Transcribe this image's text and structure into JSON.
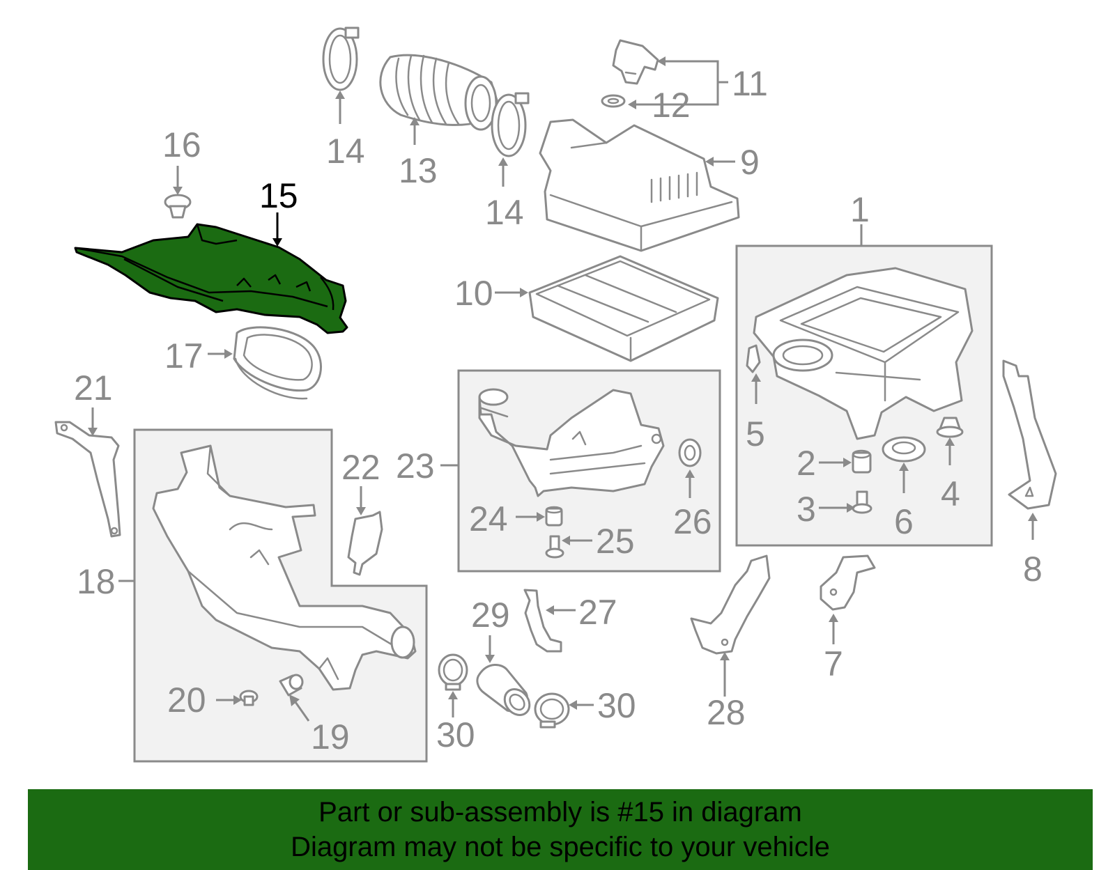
{
  "highlight_color": "#1b6b12",
  "line_color": "#8a8a8a",
  "callouts": {
    "c1": "1",
    "c2": "2",
    "c3": "3",
    "c4": "4",
    "c5": "5",
    "c6": "6",
    "c7": "7",
    "c8": "8",
    "c9": "9",
    "c10": "10",
    "c11": "11",
    "c12": "12",
    "c13": "13",
    "c14a": "14",
    "c14b": "14",
    "c15": "15",
    "c16": "16",
    "c17": "17",
    "c18": "18",
    "c19": "19",
    "c20": "20",
    "c21": "21",
    "c22": "22",
    "c23": "23",
    "c24": "24",
    "c25": "25",
    "c26": "26",
    "c27": "27",
    "c28": "28",
    "c29": "29",
    "c30a": "30",
    "c30b": "30"
  },
  "banner": {
    "line1": "Part or sub-assembly is #15 in diagram",
    "line2": "Diagram may not be specific to your vehicle"
  }
}
